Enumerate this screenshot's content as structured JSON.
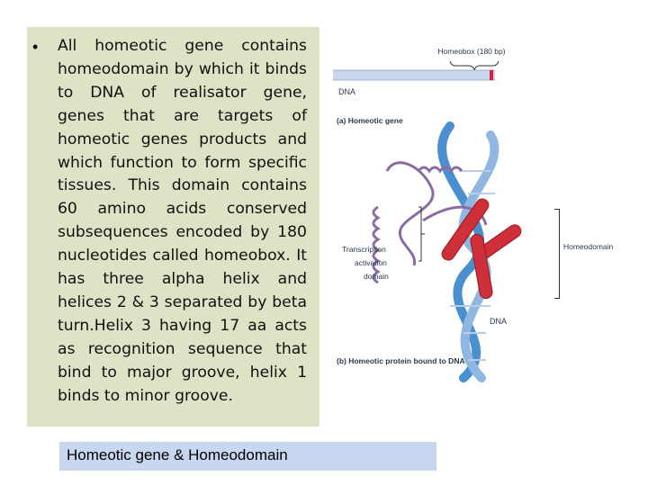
{
  "slide": {
    "bullet_text": "All homeotic gene contains homeodomain by which it binds to DNA of realisator gene, genes that are targets of homeotic genes products and which function to form specific tissues. This domain contains 60 amino acids conserved subsequences encoded by 180 nucleotides called homeobox. It has three alpha helix and helices 2 & 3 separated by beta turn.Helix 3 having 17 aa acts as recognition sequence that bind to major groove, helix 1 binds to minor groove.",
    "caption": "Homeotic gene & Homeodomain"
  },
  "figure": {
    "homeobox_label": "Homeobox (180 bp)",
    "dna_label": "DNA",
    "panel_a_label": "(a) Homeotic gene",
    "transcription_label_line1": "Transcription",
    "transcription_label_line2": "activation",
    "transcription_label_line3": "domain",
    "homeodomain_label": "Homeodomain",
    "dna_label_bottom": "DNA",
    "panel_b_label": "(b) Homeotic protein bound to DNA",
    "colors": {
      "panel_background": "#dfe3c5",
      "caption_background": "#c8d7ef",
      "dna_strand": "#c9d5ea",
      "homeobox": "#d51e46",
      "helix_blue": "#4a8fd0",
      "protein_coil": "#8a6ca3",
      "helix_red": "#cf2f39"
    }
  }
}
